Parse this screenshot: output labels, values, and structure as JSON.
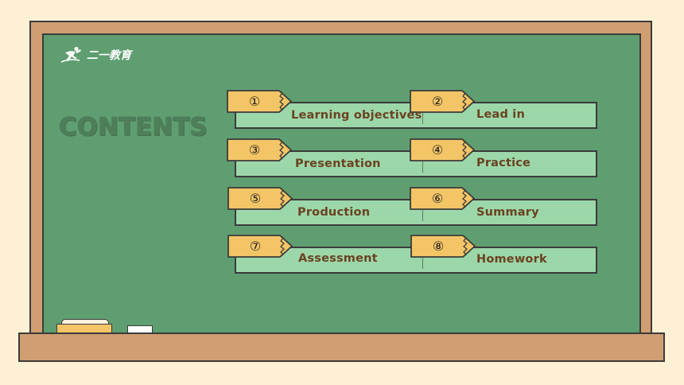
{
  "logo": {
    "text": "二一教育",
    "icon": "runner-icon"
  },
  "title": "CONTENTS",
  "items": [
    {
      "num": "①",
      "label": "Learning objectives"
    },
    {
      "num": "②",
      "label": "Lead in"
    },
    {
      "num": "③",
      "label": "Presentation"
    },
    {
      "num": "④",
      "label": "Practice"
    },
    {
      "num": "⑤",
      "label": "Production"
    },
    {
      "num": "⑥",
      "label": "Summary"
    },
    {
      "num": "⑦",
      "label": "Assessment"
    },
    {
      "num": "⑧",
      "label": "Homework"
    }
  ],
  "colors": {
    "page_background": "#fdf0d5",
    "board_green": "#5f9e70",
    "frame_wood": "#d09e72",
    "bar_green": "#9cd7a9",
    "tab_yellow": "#f4c566",
    "label_brown": "#6a4222",
    "outline": "#3b3b3b"
  }
}
